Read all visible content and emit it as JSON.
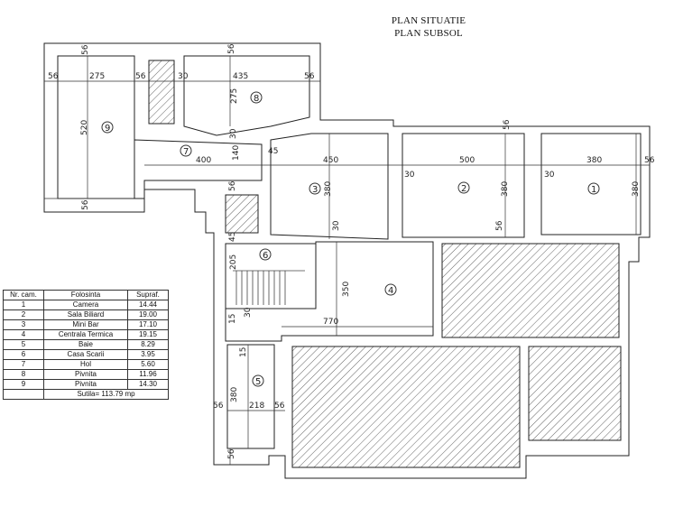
{
  "title": {
    "line1": "PLAN SITUATIE",
    "line2": "PLAN SUBSOL"
  },
  "legend": {
    "headers": [
      "Nr. cam.",
      "Folosinta",
      "Supraf."
    ],
    "rows": [
      [
        "1",
        "Camera",
        "14.44"
      ],
      [
        "2",
        "Sala Biliard",
        "19.00"
      ],
      [
        "3",
        "Mini Bar",
        "17.10"
      ],
      [
        "4",
        "Centrala Termica",
        "19.15"
      ],
      [
        "5",
        "Baie",
        "8.29"
      ],
      [
        "6",
        "Casa Scarii",
        "3.95"
      ],
      [
        "7",
        "Hol",
        "5.60"
      ],
      [
        "8",
        "Pivnita",
        "11.96"
      ],
      [
        "9",
        "Pivnita",
        "14.30"
      ]
    ],
    "total": "Sutila= 113.79 mp"
  },
  "rooms": [
    "1",
    "2",
    "3",
    "4",
    "5",
    "6",
    "7",
    "8",
    "9"
  ],
  "dimensions": {
    "d56": "56",
    "d275": "275",
    "d30": "30",
    "d435": "435",
    "d520": "520",
    "d400": "400",
    "d140": "140",
    "d45": "45",
    "d450": "450",
    "d500": "500",
    "d380": "380",
    "d350": "350",
    "d770": "770",
    "d205": "205",
    "d15": "15",
    "d218": "218"
  },
  "colors": {
    "wall": "#ffffff",
    "line": "#222222",
    "hatch": "#555555"
  }
}
